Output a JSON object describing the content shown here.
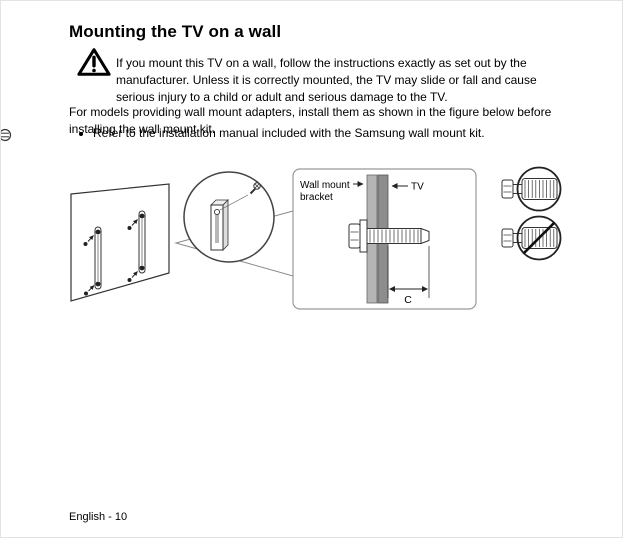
{
  "page": {
    "title": "Mounting the TV on a wall",
    "warning": "If you mount this TV on a wall, follow the instructions exactly as set out by the manufacturer. Unless it is correctly mounted, the TV may slide or fall and cause serious injury to a child or adult and serious damage to the TV.",
    "paragraph": "For models providing wall mount adapters, install them as shown in the figure below before installing the wall mount kit.",
    "bullet": "Refer to the installation manual included with the Samsung wall mount kit.",
    "footer": "English - 10"
  },
  "figure": {
    "bracket_label_line1": "Wall mount",
    "bracket_label_line2": "bracket",
    "tv_label": "TV",
    "dimension_label": "C"
  },
  "colors": {
    "ink": "#333333",
    "bracket_bar": "#b5b5b5",
    "tv_bar": "#8d8d8d"
  }
}
